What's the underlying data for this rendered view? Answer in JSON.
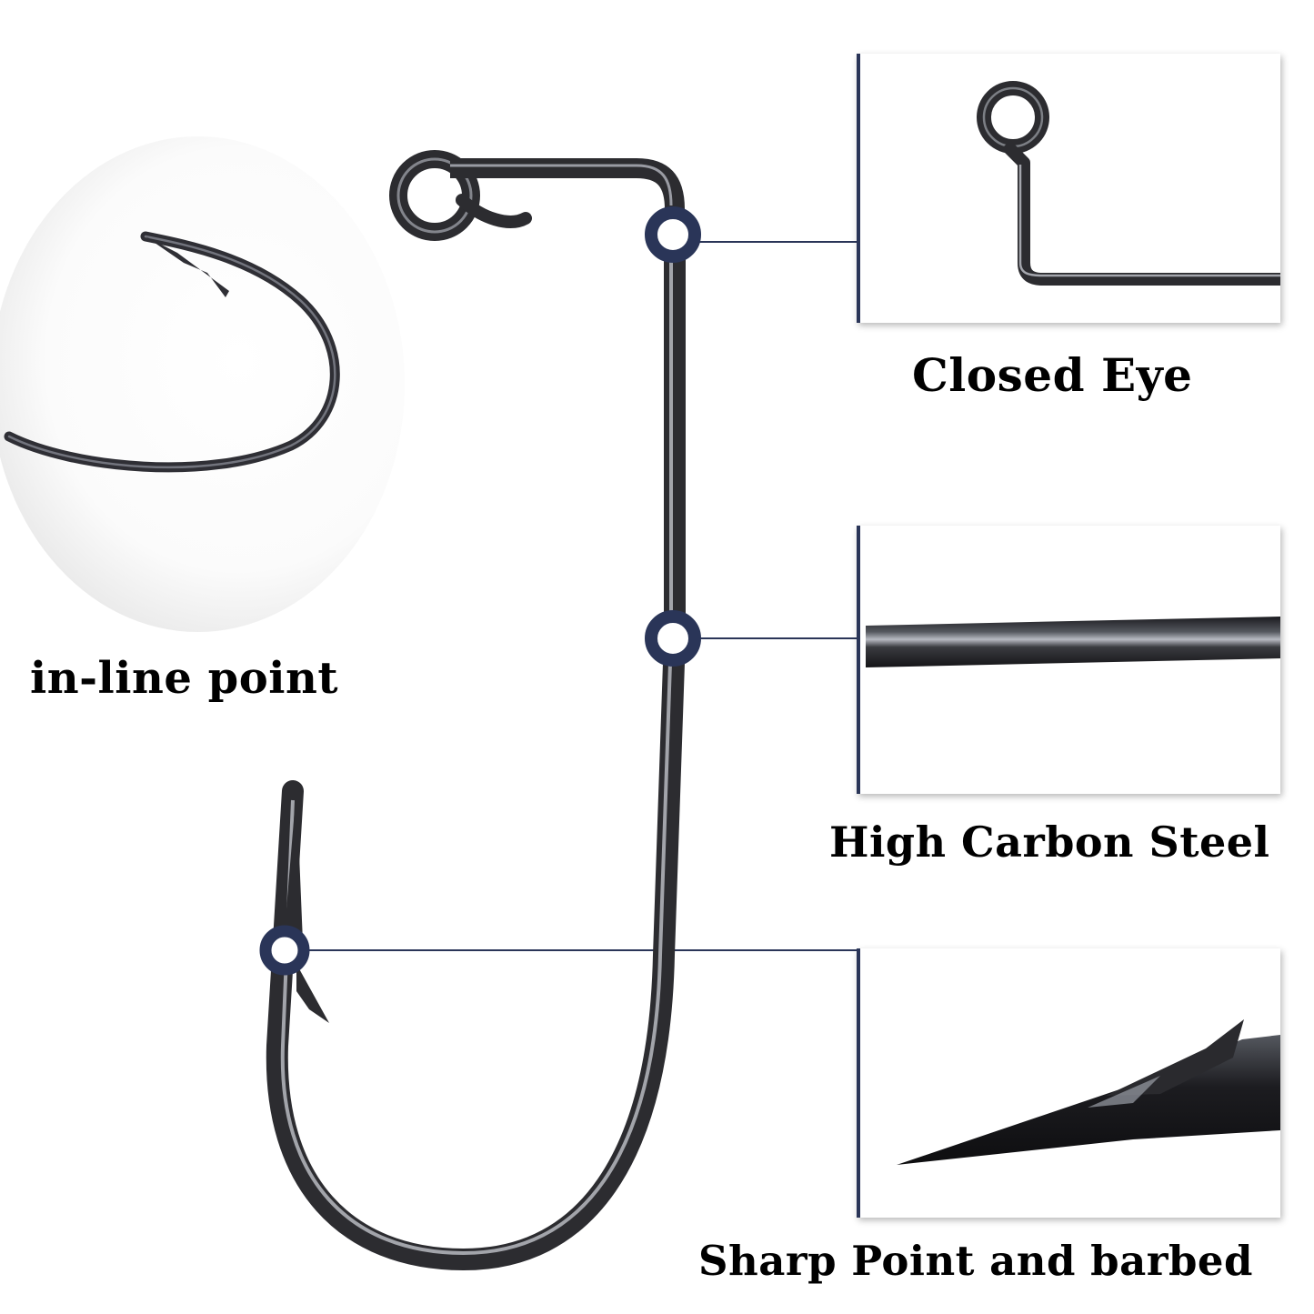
{
  "labels": {
    "closed_eye": "Closed Eye",
    "high_carbon_steel": "High Carbon Steel",
    "sharp_point": "Sharp Point and barbed",
    "inline_point": "in-line point"
  },
  "colors": {
    "accent_navy": "#2a3558",
    "hook_steel": "#3a3a3e",
    "hook_highlight": "#b9bcc4",
    "background": "#ffffff"
  },
  "icons": {
    "callout_marker": "ring-marker-icon",
    "hook": "jig-hook-icon"
  }
}
